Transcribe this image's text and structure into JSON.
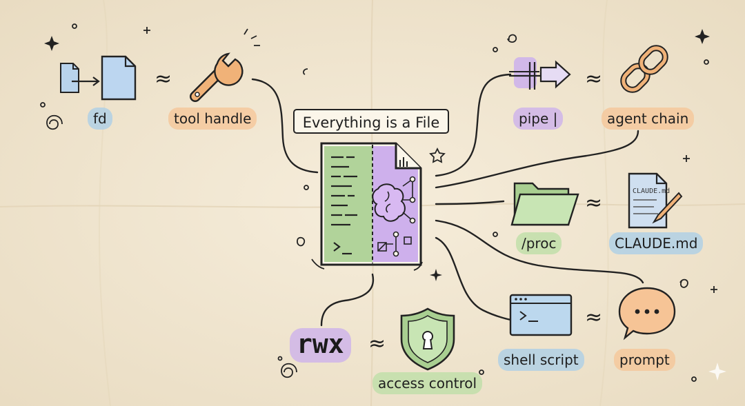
{
  "title": "Everything is a File",
  "labels": {
    "fd": "fd",
    "tool_handle": "tool handle",
    "pipe": "pipe |",
    "agent_chain": "agent chain",
    "proc": "/proc",
    "claude_md": "CLAUDE.md",
    "shell_script": "shell script",
    "prompt": "prompt",
    "rwx": "rwx",
    "access_control": "access control"
  },
  "claude_file_tag": "CLAUDE.md",
  "approx_symbol": "≈",
  "icons": [
    "file-descriptor-icon",
    "wrench-icon",
    "pipe-icon",
    "chain-link-icon",
    "folder-icon",
    "document-edit-icon",
    "terminal-icon",
    "speech-bubble-icon",
    "shield-lock-icon",
    "brain-file-icon"
  ],
  "colors": {
    "paper": "#f3e9d6",
    "blue": "#a8cee8",
    "orange": "#f6c496",
    "purple": "#cdb2eb",
    "green": "#bedea8",
    "ink": "#222222"
  }
}
